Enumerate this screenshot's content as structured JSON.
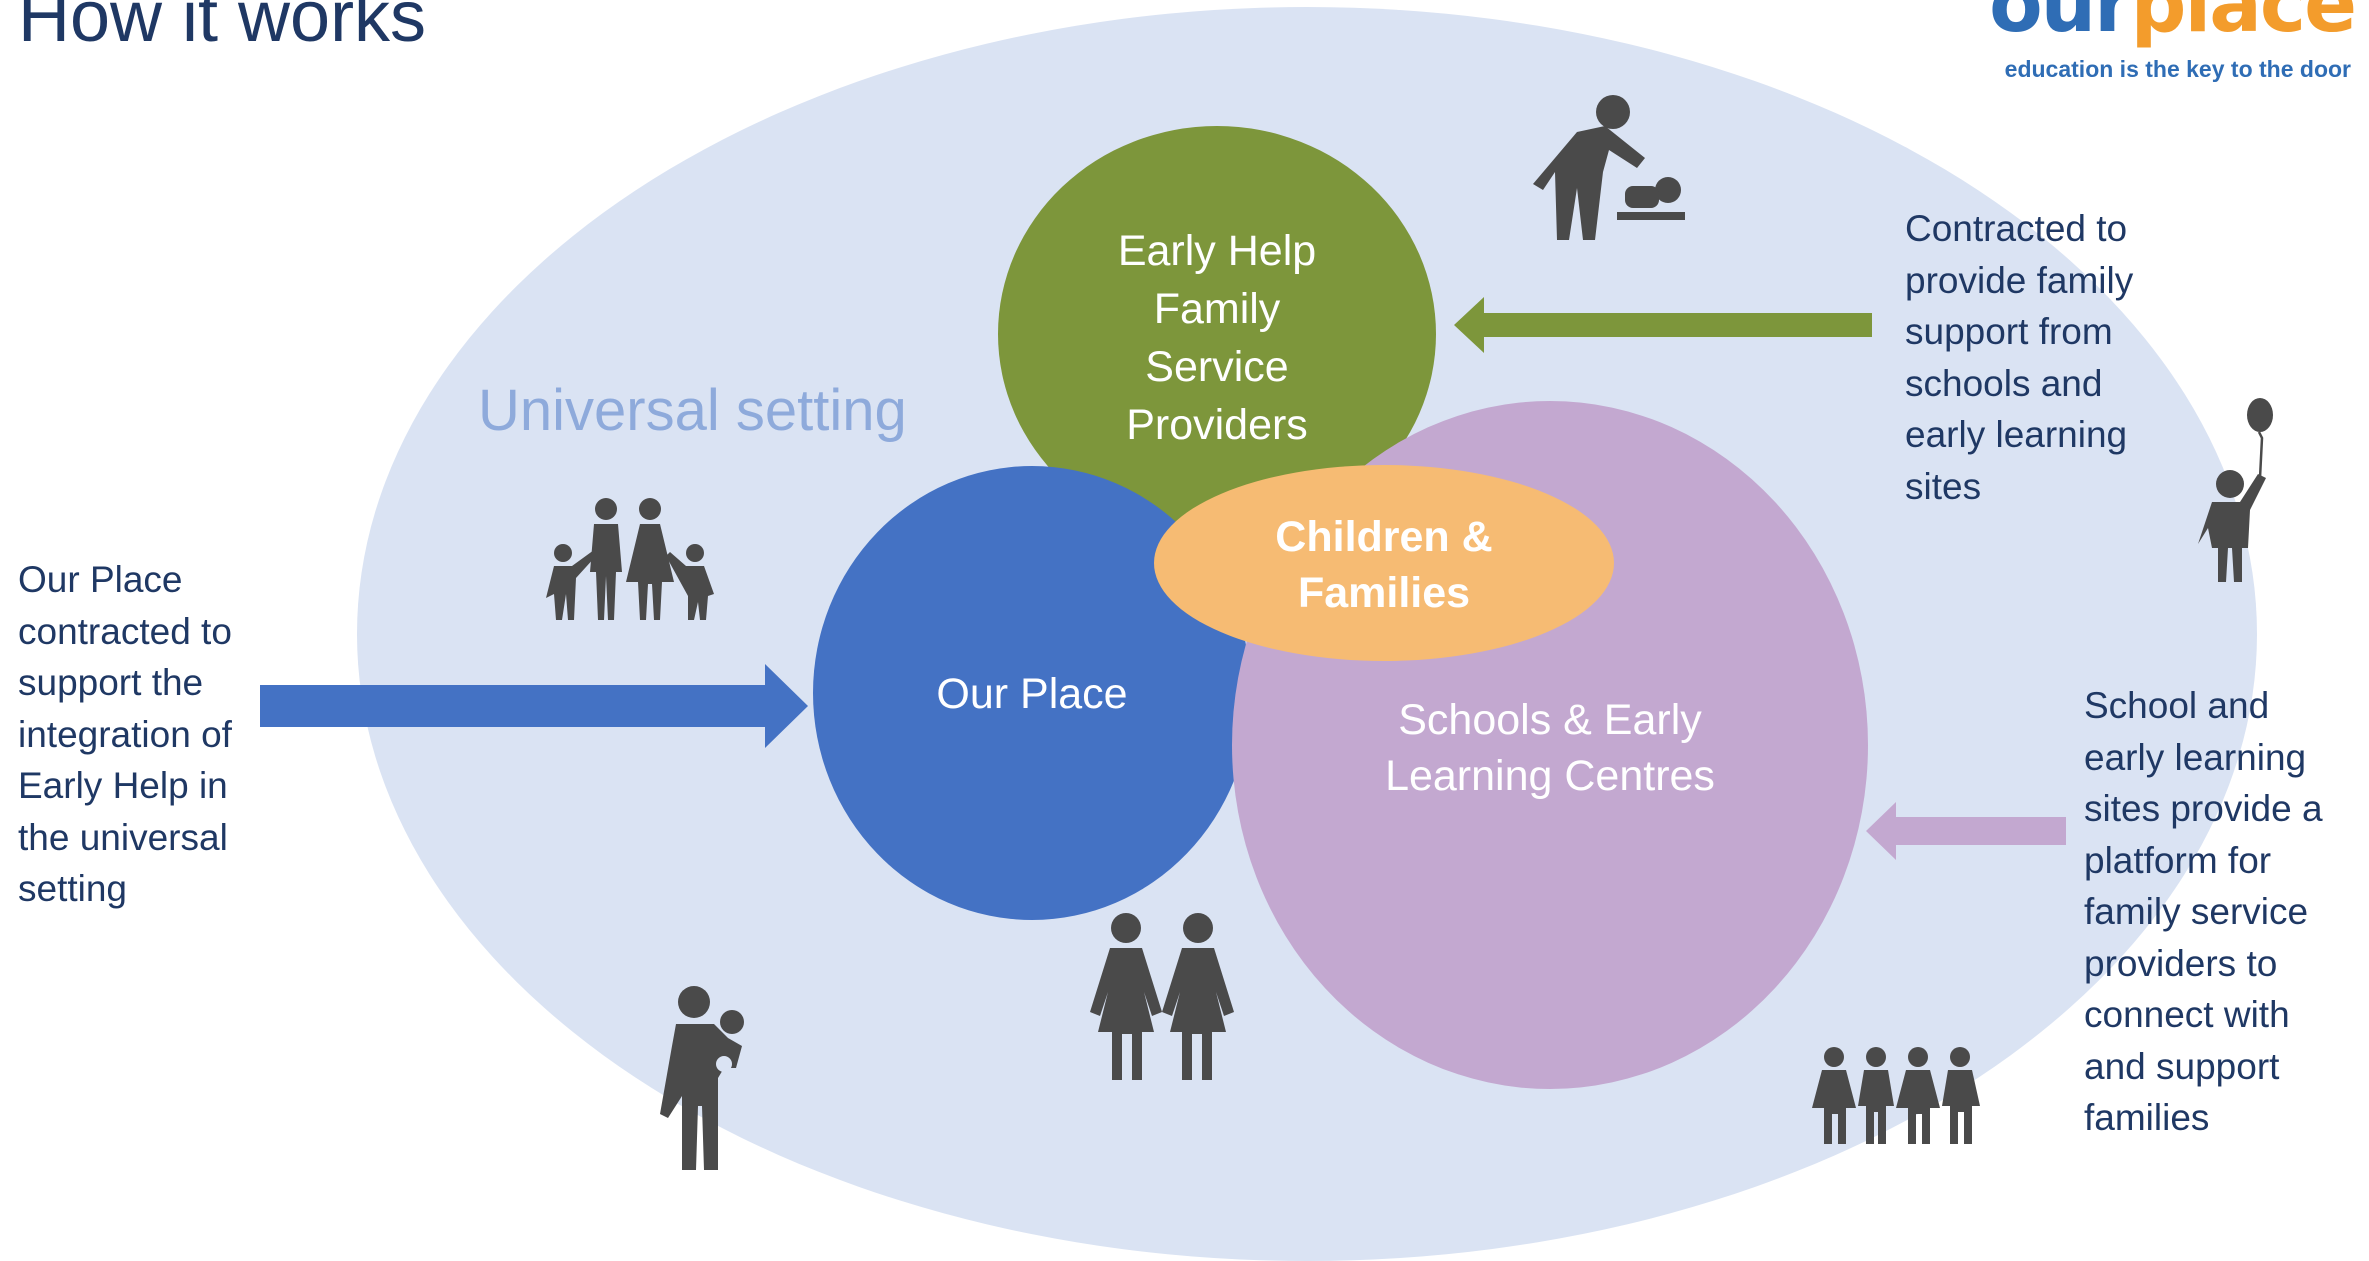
{
  "header": {
    "title": "How it works",
    "logo_part1": "our",
    "logo_part2": "place",
    "tagline": "education is the key to the door"
  },
  "diagram": {
    "universal_label": "Universal setting",
    "early_help_label": "Early Help\nFamily\nService\nProviders",
    "our_place_label": "Our Place",
    "schools_label": "Schools & Early\nLearning Centres",
    "children_label": "Children &\nFamilies"
  },
  "annotations": {
    "left": "Our Place\ncontracted to\nsupport the\nintegration of\nEarly Help in\nthe universal\nsetting",
    "top_right": "Contracted to\nprovide family\nsupport from\nschools and\nearly learning\nsites",
    "bottom_right": "School and\nearly learning\nsites provide a\nplatform for\nfamily service\nproviders to\nconnect with\nand support\nfamilies"
  },
  "icons": {
    "diaper": "parent-changing-baby-icon",
    "family": "family-of-four-icon",
    "balloon": "child-with-balloon-icon",
    "parent_child": "parent-carrying-child-icon",
    "two_women": "two-women-icon",
    "group": "group-of-children-icon"
  },
  "colors": {
    "universal_bg": "#dae3f3",
    "early_help": "#7d963b",
    "our_place": "#4472c4",
    "schools": "#c3a8d0",
    "children_families": "#f6bb73",
    "text_dark": "#1f3864",
    "icon": "#4a4a4a",
    "logo_blue": "#2f6db5",
    "logo_orange": "#f39c2c"
  }
}
